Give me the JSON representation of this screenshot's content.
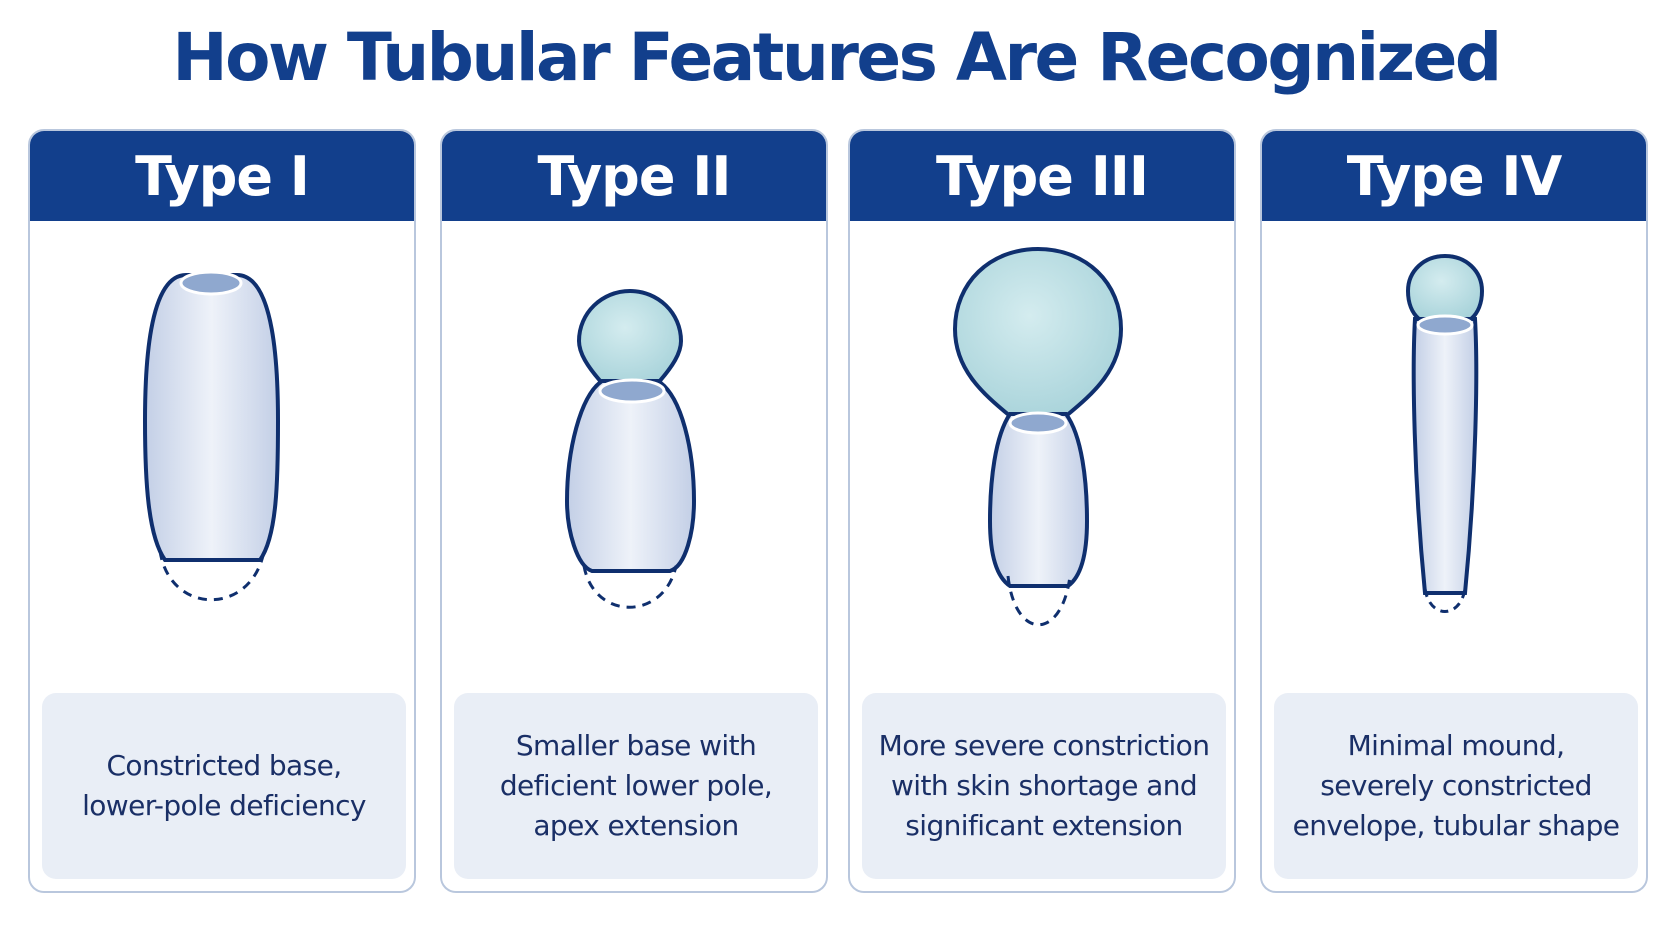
{
  "title": "How Tubular Features Are Recognized",
  "colors": {
    "primary": "#123f8c",
    "outline": "#0f2f6e",
    "body_fill": "#dbe3f1",
    "bulb_fill": "#bfe0e6",
    "panel_bg": "#e9eef6"
  },
  "types": [
    {
      "label": "Type I",
      "description": [
        "Constricted base,",
        "lower-pole deficiency"
      ]
    },
    {
      "label": "Type II",
      "description": [
        "Smaller base with",
        "deficient lower pole,",
        "apex extension"
      ]
    },
    {
      "label": "Type III",
      "description": [
        "More severe constriction",
        "with skin shortage and",
        "significant extension"
      ]
    },
    {
      "label": "Type IV",
      "description": [
        "Minimal mound,",
        "severely constricted",
        "envelope, tubular shape"
      ]
    }
  ]
}
